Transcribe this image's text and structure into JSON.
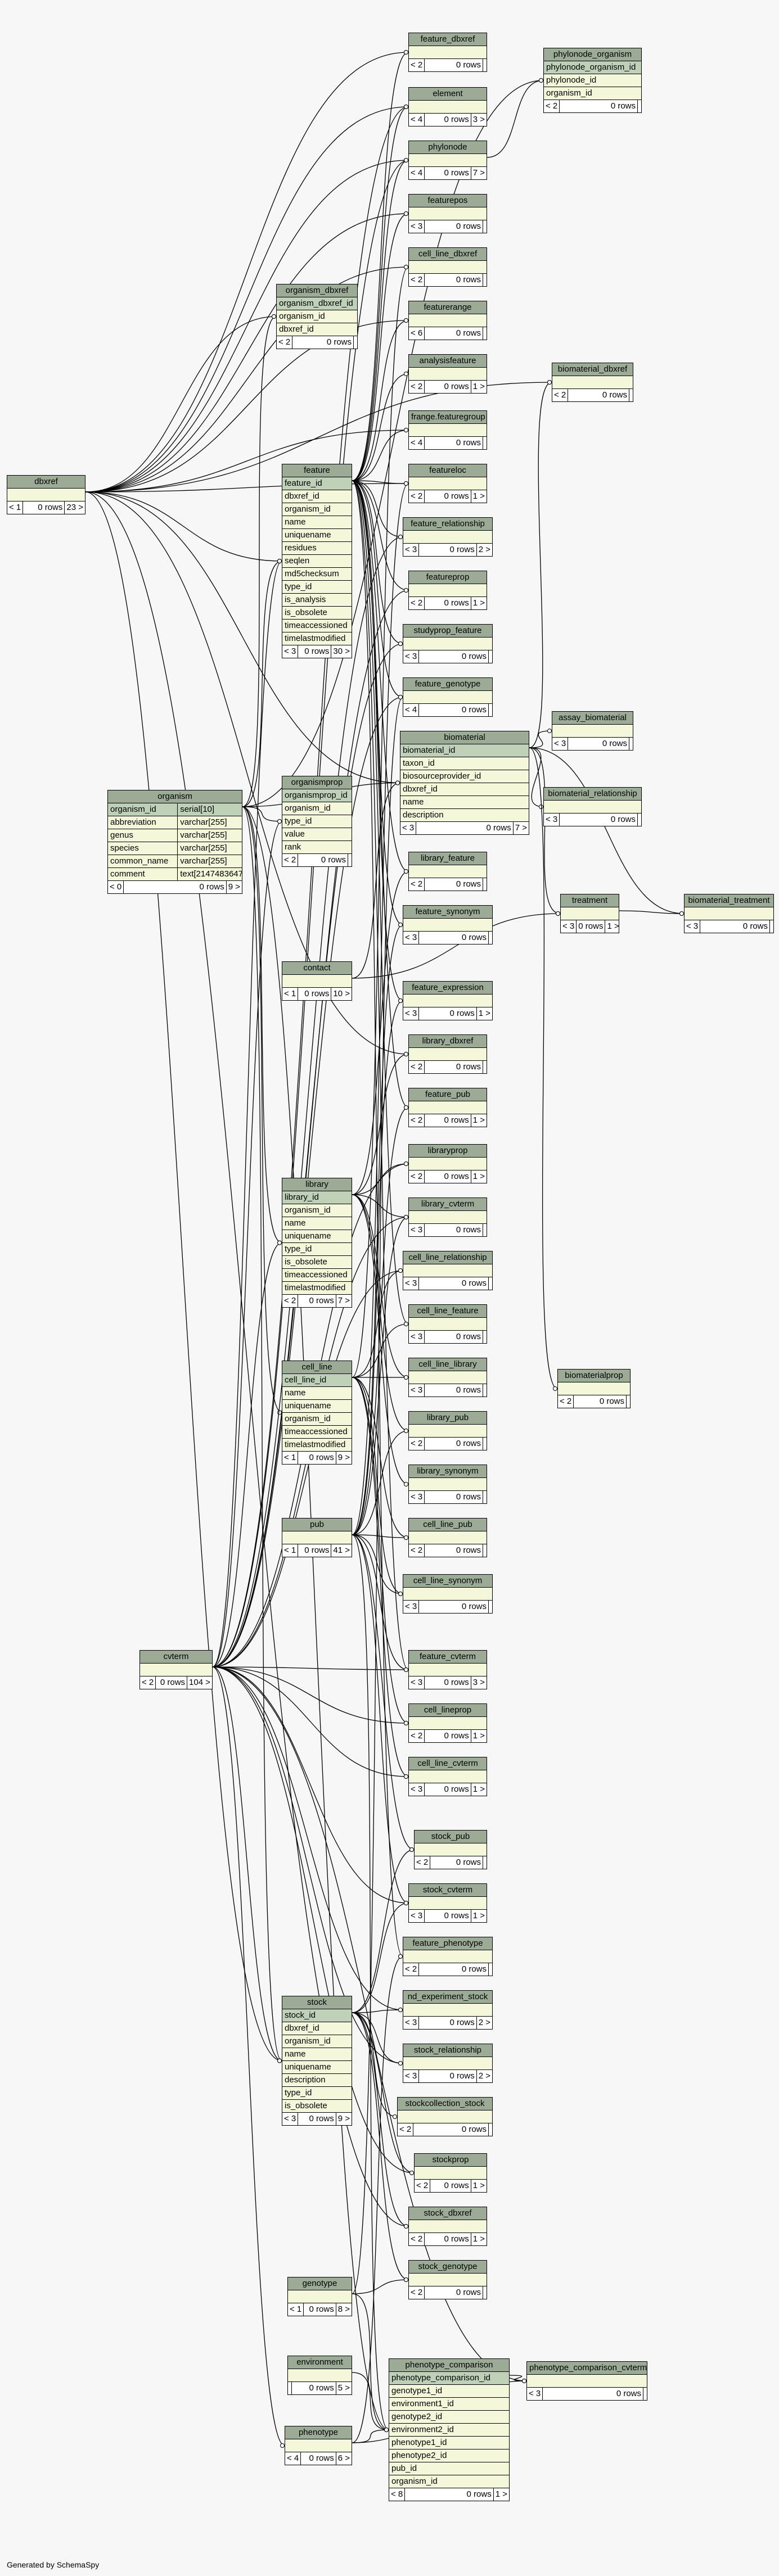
{
  "generator": "Generated by SchemaSpy",
  "tables": [
    {
      "id": "feature_dbxref",
      "title": "feature_dbxref",
      "cols": [],
      "stub": true,
      "footer": [
        "< 2",
        "0 rows",
        ""
      ]
    },
    {
      "id": "element",
      "title": "element",
      "cols": [],
      "stub": true,
      "footer": [
        "< 4",
        "0 rows",
        "3 >"
      ]
    },
    {
      "id": "phylonode",
      "title": "phylonode",
      "cols": [],
      "stub": true,
      "footer": [
        "< 4",
        "0 rows",
        "7 >"
      ]
    },
    {
      "id": "featurepos",
      "title": "featurepos",
      "cols": [],
      "stub": true,
      "footer": [
        "< 3",
        "0 rows",
        ""
      ]
    },
    {
      "id": "cell_line_dbxref",
      "title": "cell_line_dbxref",
      "cols": [],
      "stub": true,
      "footer": [
        "< 2",
        "0 rows",
        ""
      ]
    },
    {
      "id": "featurerange",
      "title": "featurerange",
      "cols": [],
      "stub": true,
      "footer": [
        "< 6",
        "0 rows",
        ""
      ]
    },
    {
      "id": "analysisfeature",
      "title": "analysisfeature",
      "cols": [],
      "stub": true,
      "footer": [
        "< 2",
        "0 rows",
        "1 >"
      ]
    },
    {
      "id": "frange_featuregroup",
      "title": "frange.featuregroup",
      "cols": [],
      "stub": true,
      "footer": [
        "< 4",
        "0 rows",
        ""
      ]
    },
    {
      "id": "featureloc",
      "title": "featureloc",
      "cols": [],
      "stub": true,
      "footer": [
        "< 2",
        "0 rows",
        "1 >"
      ]
    },
    {
      "id": "feature_relationship",
      "title": "feature_relationship",
      "cols": [],
      "stub": true,
      "footer": [
        "< 3",
        "0 rows",
        "2 >"
      ]
    },
    {
      "id": "featureprop",
      "title": "featureprop",
      "cols": [],
      "stub": true,
      "footer": [
        "< 2",
        "0 rows",
        "1 >"
      ]
    },
    {
      "id": "studyprop_feature",
      "title": "studyprop_feature",
      "cols": [],
      "stub": true,
      "footer": [
        "< 3",
        "0 rows",
        ""
      ]
    },
    {
      "id": "feature_genotype",
      "title": "feature_genotype",
      "cols": [],
      "stub": true,
      "footer": [
        "< 4",
        "0 rows",
        ""
      ]
    },
    {
      "id": "library_feature",
      "title": "library_feature",
      "cols": [],
      "stub": true,
      "footer": [
        "< 2",
        "0 rows",
        ""
      ]
    },
    {
      "id": "feature_synonym",
      "title": "feature_synonym",
      "cols": [],
      "stub": true,
      "footer": [
        "< 3",
        "0 rows",
        ""
      ]
    },
    {
      "id": "feature_expression",
      "title": "feature_expression",
      "cols": [],
      "stub": true,
      "footer": [
        "< 3",
        "0 rows",
        "1 >"
      ]
    },
    {
      "id": "library_dbxref",
      "title": "library_dbxref",
      "cols": [],
      "stub": true,
      "footer": [
        "< 2",
        "0 rows",
        ""
      ]
    },
    {
      "id": "feature_pub",
      "title": "feature_pub",
      "cols": [],
      "stub": true,
      "footer": [
        "< 2",
        "0 rows",
        "1 >"
      ]
    },
    {
      "id": "libraryprop",
      "title": "libraryprop",
      "cols": [],
      "stub": true,
      "footer": [
        "< 2",
        "0 rows",
        "1 >"
      ]
    },
    {
      "id": "library_cvterm",
      "title": "library_cvterm",
      "cols": [],
      "stub": true,
      "footer": [
        "< 3",
        "0 rows",
        ""
      ]
    },
    {
      "id": "cell_line_relationship",
      "title": "cell_line_relationship",
      "cols": [],
      "stub": true,
      "footer": [
        "< 3",
        "0 rows",
        ""
      ]
    },
    {
      "id": "cell_line_feature",
      "title": "cell_line_feature",
      "cols": [],
      "stub": true,
      "footer": [
        "< 3",
        "0 rows",
        ""
      ]
    },
    {
      "id": "cell_line_library",
      "title": "cell_line_library",
      "cols": [],
      "stub": true,
      "footer": [
        "< 3",
        "0 rows",
        ""
      ]
    },
    {
      "id": "library_pub",
      "title": "library_pub",
      "cols": [],
      "stub": true,
      "footer": [
        "< 2",
        "0 rows",
        ""
      ]
    },
    {
      "id": "library_synonym",
      "title": "library_synonym",
      "cols": [],
      "stub": true,
      "footer": [
        "< 3",
        "0 rows",
        ""
      ]
    },
    {
      "id": "cell_line_pub",
      "title": "cell_line_pub",
      "cols": [],
      "stub": true,
      "footer": [
        "< 2",
        "0 rows",
        ""
      ]
    },
    {
      "id": "cell_line_synonym",
      "title": "cell_line_synonym",
      "cols": [],
      "stub": true,
      "footer": [
        "< 3",
        "0 rows",
        ""
      ]
    },
    {
      "id": "feature_cvterm",
      "title": "feature_cvterm",
      "cols": [],
      "stub": true,
      "footer": [
        "< 3",
        "0 rows",
        "3 >"
      ]
    },
    {
      "id": "cell_lineprop",
      "title": "cell_lineprop",
      "cols": [],
      "stub": true,
      "footer": [
        "< 2",
        "0 rows",
        "1 >"
      ]
    },
    {
      "id": "cell_line_cvterm",
      "title": "cell_line_cvterm",
      "cols": [],
      "stub": true,
      "footer": [
        "< 3",
        "0 rows",
        "1 >"
      ]
    },
    {
      "id": "stock_pub",
      "title": "stock_pub",
      "cols": [],
      "stub": true,
      "footer": [
        "< 2",
        "0 rows",
        ""
      ]
    },
    {
      "id": "stock_cvterm",
      "title": "stock_cvterm",
      "cols": [],
      "stub": true,
      "footer": [
        "< 3",
        "0 rows",
        "1 >"
      ]
    },
    {
      "id": "feature_phenotype",
      "title": "feature_phenotype",
      "cols": [],
      "stub": true,
      "footer": [
        "< 2",
        "0 rows",
        ""
      ]
    },
    {
      "id": "nd_experiment_stock",
      "title": "nd_experiment_stock",
      "cols": [],
      "stub": true,
      "footer": [
        "< 3",
        "0 rows",
        "2 >"
      ]
    },
    {
      "id": "stock_relationship",
      "title": "stock_relationship",
      "cols": [],
      "stub": true,
      "footer": [
        "< 3",
        "0 rows",
        "2 >"
      ]
    },
    {
      "id": "stockcollection_stock",
      "title": "stockcollection_stock",
      "cols": [],
      "stub": true,
      "footer": [
        "< 2",
        "0 rows",
        ""
      ]
    },
    {
      "id": "stockprop",
      "title": "stockprop",
      "cols": [],
      "stub": true,
      "footer": [
        "< 2",
        "0 rows",
        "1 >"
      ]
    },
    {
      "id": "stock_dbxref",
      "title": "stock_dbxref",
      "cols": [],
      "stub": true,
      "footer": [
        "< 2",
        "0 rows",
        "1 >"
      ]
    },
    {
      "id": "stock_genotype",
      "title": "stock_genotype",
      "cols": [],
      "stub": true,
      "footer": [
        "< 2",
        "0 rows",
        ""
      ]
    },
    {
      "id": "phylonode_organism",
      "title": "phylonode_organism",
      "pk": "phylonode_organism_id",
      "cols": [
        {
          "n": "phylonode_id"
        },
        {
          "n": "organism_id"
        }
      ],
      "footer": [
        "< 2",
        "0 rows",
        ""
      ]
    },
    {
      "id": "biomaterial_dbxref",
      "title": "biomaterial_dbxref",
      "cols": [],
      "stub": true,
      "footer": [
        "< 2",
        "0 rows",
        ""
      ]
    },
    {
      "id": "assay_biomaterial",
      "title": "assay_biomaterial",
      "cols": [],
      "stub": true,
      "footer": [
        "< 3",
        "0 rows",
        ""
      ]
    },
    {
      "id": "biomaterial_relationship",
      "title": "biomaterial_relationship",
      "cols": [],
      "stub": true,
      "footer": [
        "< 3",
        "0 rows",
        ""
      ]
    },
    {
      "id": "treatment",
      "title": "treatment",
      "cols": [],
      "stub": true,
      "footer": [
        "< 3",
        "0 rows",
        "1 >"
      ]
    },
    {
      "id": "biomaterial_treatment",
      "title": "biomaterial_treatment",
      "cols": [],
      "stub": true,
      "footer": [
        "< 3",
        "0 rows",
        ""
      ]
    },
    {
      "id": "biomaterialprop",
      "title": "biomaterialprop",
      "cols": [],
      "stub": true,
      "footer": [
        "< 2",
        "0 rows",
        ""
      ]
    },
    {
      "id": "phenotype_comparison_cvterm",
      "title": "phenotype_comparison_cvterm",
      "cols": [],
      "stub": true,
      "footer": [
        "< 3",
        "0 rows",
        ""
      ]
    },
    {
      "id": "dbxref",
      "title": "dbxref",
      "cols": [],
      "stub": true,
      "footer": [
        "< 1",
        "0 rows",
        "23 >"
      ]
    },
    {
      "id": "organism_dbxref",
      "title": "organism_dbxref",
      "pk": "organism_dbxref_id",
      "cols": [
        {
          "n": "organism_id"
        },
        {
          "n": "dbxref_id"
        }
      ],
      "footer": [
        "< 2",
        "0 rows",
        ""
      ]
    },
    {
      "id": "feature",
      "title": "feature",
      "pk": "feature_id",
      "cols": [
        {
          "n": "dbxref_id"
        },
        {
          "n": "organism_id"
        },
        {
          "n": "name"
        },
        {
          "n": "uniquename"
        },
        {
          "n": "residues"
        },
        {
          "n": "seqlen"
        },
        {
          "n": "md5checksum"
        },
        {
          "n": "type_id"
        },
        {
          "n": "is_analysis"
        },
        {
          "n": "is_obsolete"
        },
        {
          "n": "timeaccessioned"
        },
        {
          "n": "timelastmodified"
        }
      ],
      "footer": [
        "< 3",
        "0 rows",
        "30 >"
      ]
    },
    {
      "id": "biomaterial",
      "title": "biomaterial",
      "pk": "biomaterial_id",
      "cols": [
        {
          "n": "taxon_id"
        },
        {
          "n": "biosourceprovider_id"
        },
        {
          "n": "dbxref_id"
        },
        {
          "n": "name"
        },
        {
          "n": "description"
        }
      ],
      "footer": [
        "< 3",
        "0 rows",
        "7 >"
      ]
    },
    {
      "id": "organism",
      "title": "organism",
      "typed": true,
      "pk": "organism_id",
      "pkt": "serial[10]",
      "cols": [
        {
          "n": "abbreviation",
          "t": "varchar[255]"
        },
        {
          "n": "genus",
          "t": "varchar[255]"
        },
        {
          "n": "species",
          "t": "varchar[255]"
        },
        {
          "n": "common_name",
          "t": "varchar[255]"
        },
        {
          "n": "comment",
          "t": "text[2147483647]"
        }
      ],
      "footer": [
        "< 0",
        "0 rows",
        "9 >"
      ]
    },
    {
      "id": "organismprop",
      "title": "organismprop",
      "pk": "organismprop_id",
      "cols": [
        {
          "n": "organism_id"
        },
        {
          "n": "type_id"
        },
        {
          "n": "value"
        },
        {
          "n": "rank"
        }
      ],
      "footer": [
        "< 2",
        "0 rows",
        ""
      ]
    },
    {
      "id": "contact",
      "title": "contact",
      "cols": [],
      "stub": true,
      "footer": [
        "< 1",
        "0 rows",
        "10 >"
      ]
    },
    {
      "id": "library",
      "title": "library",
      "pk": "library_id",
      "cols": [
        {
          "n": "organism_id"
        },
        {
          "n": "name"
        },
        {
          "n": "uniquename"
        },
        {
          "n": "type_id"
        },
        {
          "n": "is_obsolete"
        },
        {
          "n": "timeaccessioned"
        },
        {
          "n": "timelastmodified"
        }
      ],
      "footer": [
        "< 2",
        "0 rows",
        "7 >"
      ]
    },
    {
      "id": "cell_line",
      "title": "cell_line",
      "pk": "cell_line_id",
      "cols": [
        {
          "n": "name"
        },
        {
          "n": "uniquename"
        },
        {
          "n": "organism_id"
        },
        {
          "n": "timeaccessioned"
        },
        {
          "n": "timelastmodified"
        }
      ],
      "footer": [
        "< 1",
        "0 rows",
        "9 >"
      ]
    },
    {
      "id": "pub",
      "title": "pub",
      "cols": [],
      "stub": true,
      "footer": [
        "< 1",
        "0 rows",
        "41 >"
      ]
    },
    {
      "id": "cvterm",
      "title": "cvterm",
      "cols": [],
      "stub": true,
      "footer": [
        "< 2",
        "0 rows",
        "104 >"
      ]
    },
    {
      "id": "stock",
      "title": "stock",
      "pk": "stock_id",
      "cols": [
        {
          "n": "dbxref_id"
        },
        {
          "n": "organism_id"
        },
        {
          "n": "name"
        },
        {
          "n": "uniquename"
        },
        {
          "n": "description"
        },
        {
          "n": "type_id"
        },
        {
          "n": "is_obsolete"
        }
      ],
      "footer": [
        "< 3",
        "0 rows",
        "9 >"
      ]
    },
    {
      "id": "genotype",
      "title": "genotype",
      "cols": [],
      "stub": true,
      "footer": [
        "< 1",
        "0 rows",
        "8 >"
      ]
    },
    {
      "id": "environment",
      "title": "environment",
      "cols": [],
      "stub": true,
      "footer": [
        "",
        "0 rows",
        "5 >"
      ]
    },
    {
      "id": "phenotype",
      "title": "phenotype",
      "cols": [],
      "stub": true,
      "footer": [
        "< 4",
        "0 rows",
        "6 >"
      ]
    },
    {
      "id": "phenotype_comparison",
      "title": "phenotype_comparison",
      "pk": "phenotype_comparison_id",
      "cols": [
        {
          "n": "genotype1_id"
        },
        {
          "n": "environment1_id"
        },
        {
          "n": "genotype2_id"
        },
        {
          "n": "environment2_id"
        },
        {
          "n": "phenotype1_id"
        },
        {
          "n": "phenotype2_id"
        },
        {
          "n": "pub_id"
        },
        {
          "n": "organism_id"
        }
      ],
      "footer": [
        "< 8",
        "0 rows",
        "1 >"
      ]
    }
  ]
}
